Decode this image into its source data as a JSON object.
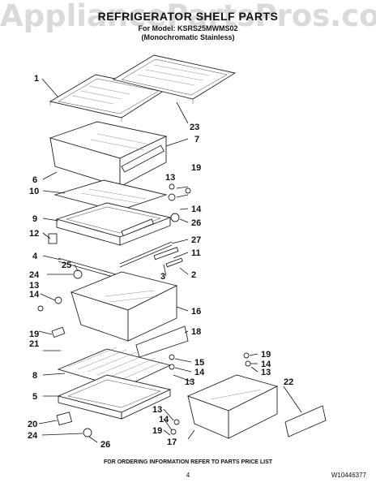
{
  "watermark": "AppliancePartsPros.com",
  "title": "REFRIGERATOR SHELF PARTS",
  "subtitle_model": "For Model: KSRS25MWMS02",
  "subtitle_finish": "(Monochromatic Stainless)",
  "callouts": {
    "c1": "1",
    "c23": "23",
    "c7": "7",
    "c6": "6",
    "c10": "10",
    "c9": "9",
    "c12": "12",
    "c4": "4",
    "c25": "25",
    "c24a": "24",
    "c13a": "13",
    "c14a": "14",
    "c19a": "19",
    "c21": "21",
    "c8": "8",
    "c5": "5",
    "c20": "20",
    "c24b": "24",
    "c26b": "26",
    "c13b": "13",
    "c19b": "19",
    "c14b": "14",
    "c26a": "26",
    "c27": "27",
    "c11": "11",
    "c2": "2",
    "c3": "3",
    "c16": "16",
    "c18": "18",
    "c15": "15",
    "c14c": "14",
    "c13c": "13",
    "c19c": "19",
    "c14d": "14",
    "c13d": "13",
    "c22": "22",
    "c13e": "13",
    "c14e": "14",
    "c19d": "19",
    "c17": "17"
  },
  "footer": "FOR ORDERING INFORMATION REFER TO PARTS PRICE LIST",
  "page_number": "4",
  "doc_number": "W10446377"
}
